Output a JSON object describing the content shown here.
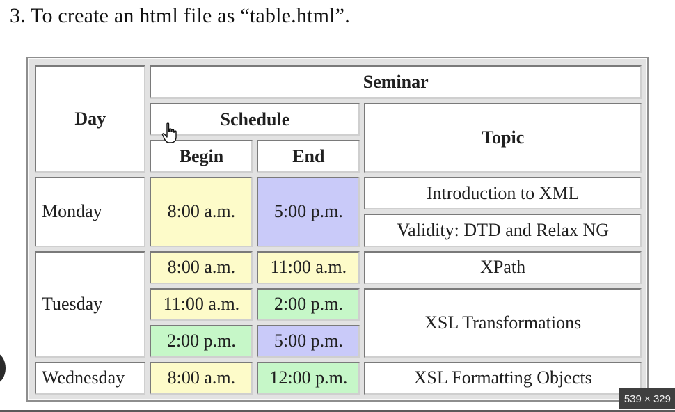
{
  "heading": "3. To create an html file as “table.html”.",
  "table": {
    "header": {
      "day": "Day",
      "seminar": "Seminar",
      "schedule": "Schedule",
      "topic": "Topic",
      "begin": "Begin",
      "end": "End"
    },
    "rows": [
      {
        "day": "Monday",
        "begin": "8:00 a.m.",
        "end": "5:00 p.m.",
        "topic1": "Introduction to XML",
        "topic2": "Validity: DTD and Relax NG"
      },
      {
        "day": "Tuesday",
        "begin1": "8:00 a.m.",
        "end1": "11:00 a.m.",
        "begin2": "11:00 a.m.",
        "end2": "2:00 p.m.",
        "begin3": "2:00 p.m.",
        "end3": "5:00 p.m.",
        "topic1": "XPath",
        "topic2": "XSL Transformations"
      },
      {
        "day": "Wednesday",
        "begin": "8:00 a.m.",
        "end": "12:00 p.m.",
        "topic": "XSL Formatting Objects"
      }
    ]
  },
  "cell_colors": {
    "yellow": "#fdfbc9",
    "blue": "#c9caf9",
    "green": "#c6f7c8"
  },
  "cursor_icon": "hand-pointer-icon",
  "image_size_badge": "539 × 329"
}
